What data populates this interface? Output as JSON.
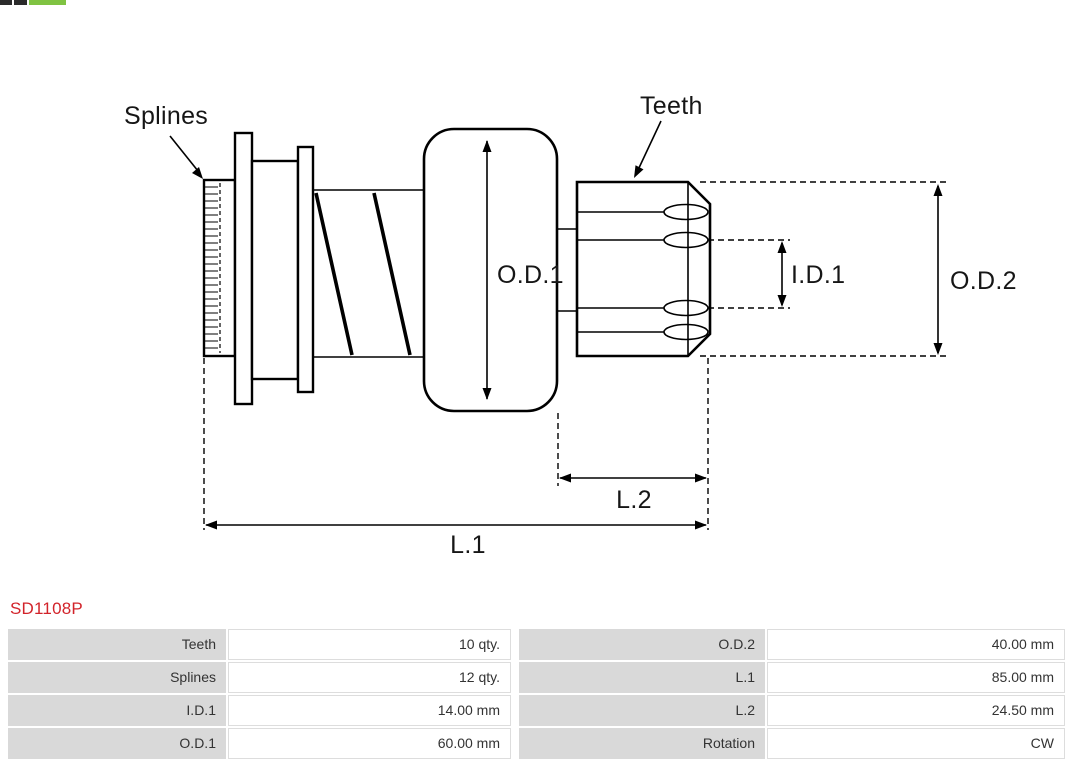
{
  "brand": {
    "logo_colors": {
      "dark": "#2b2b2b",
      "green": "#80c342"
    }
  },
  "part": {
    "number": "SD1108P",
    "number_color": "#d2232a"
  },
  "drawing": {
    "labels": {
      "splines": "Splines",
      "teeth": "Teeth",
      "od1": "O.D.1",
      "id1": "I.D.1",
      "od2": "O.D.2",
      "l2": "L.2",
      "l1": "L.1"
    }
  },
  "specs": {
    "label_bg": "#d9d9d9",
    "rows": [
      {
        "label_left": "Teeth",
        "value_left": "10 qty.",
        "label_right": "O.D.2",
        "value_right": "40.00 mm"
      },
      {
        "label_left": "Splines",
        "value_left": "12 qty.",
        "label_right": "L.1",
        "value_right": "85.00 mm"
      },
      {
        "label_left": "I.D.1",
        "value_left": "14.00 mm",
        "label_right": "L.2",
        "value_right": "24.50 mm"
      },
      {
        "label_left": "O.D.1",
        "value_left": "60.00 mm",
        "label_right": "Rotation",
        "value_right": "CW"
      }
    ]
  }
}
